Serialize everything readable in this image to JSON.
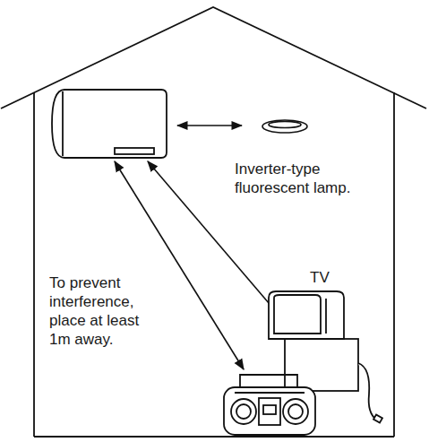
{
  "diagram": {
    "labels": [
      "Inverter-type fluorescent lamp.",
      "TV",
      "To prevent interference, place at least 1m away."
    ]
  }
}
